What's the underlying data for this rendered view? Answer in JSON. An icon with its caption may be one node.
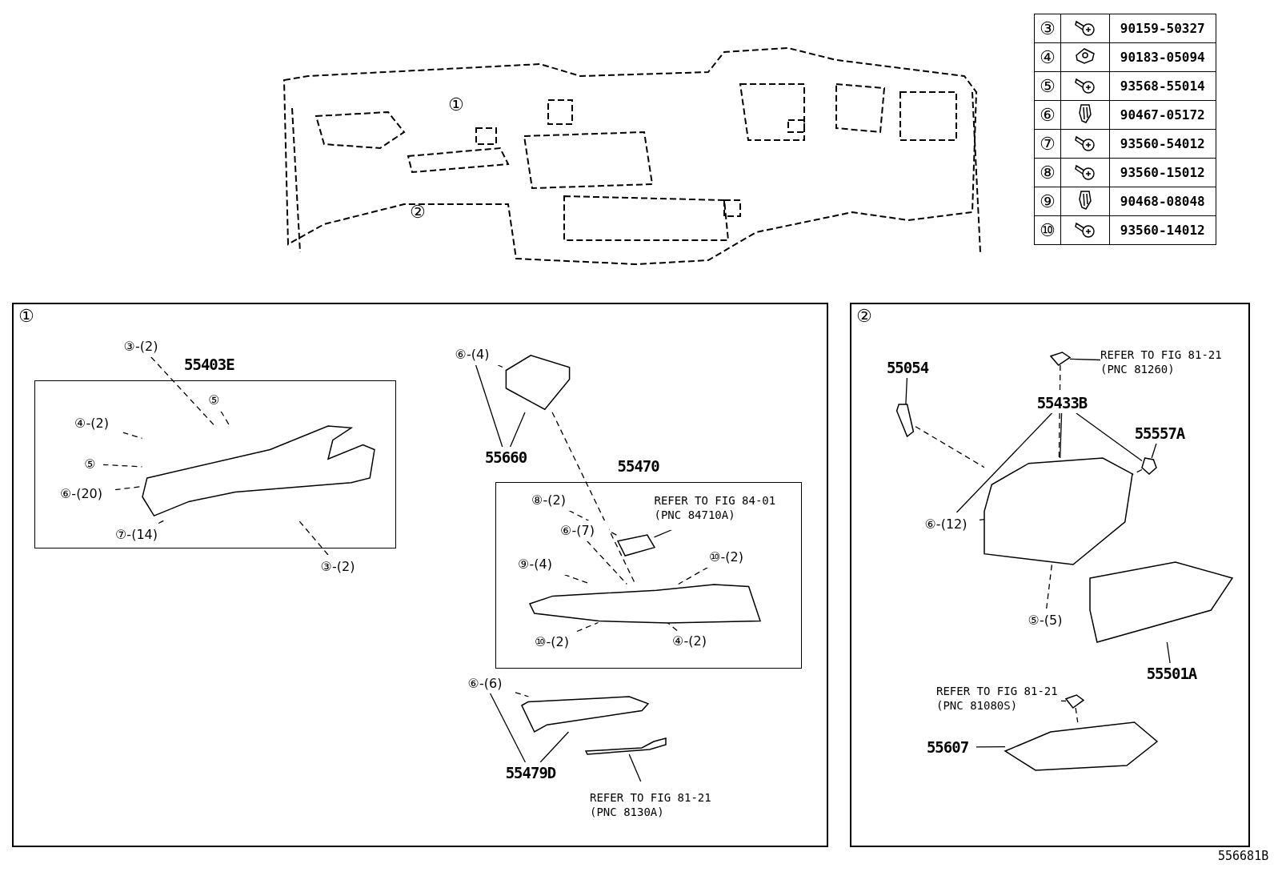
{
  "diagram": {
    "nodes": [
      {
        "text": [
          "①"
        ]
      },
      {
        "text": [
          "②"
        ]
      },
      {
        "text": [],
        "shape": "picture"
      },
      {
        "text": [
          "55403E"
        ],
        "in": 0
      },
      {
        "text": [],
        "shape": "picture",
        "in": 3
      },
      {
        "text": [
          "③-(2)"
        ],
        "in": 0
      },
      {
        "text": [
          "④-(2)"
        ],
        "in": 3
      },
      {
        "text": [
          "⑤"
        ],
        "in": 3
      },
      {
        "text": [
          "⑤"
        ],
        "in": 3
      },
      {
        "text": [
          "⑥-(20)"
        ],
        "in": 3
      },
      {
        "text": [
          "⑦-(14)"
        ],
        "in": 3
      },
      {
        "text": [
          "③-(2)"
        ],
        "in": 0
      },
      {
        "text": [
          "⑥-(4)"
        ],
        "in": 0
      },
      {
        "text": [],
        "shape": "picture",
        "in": 0
      },
      {
        "text": [
          "55660"
        ],
        "in": 0
      },
      {
        "text": [
          "55470"
        ],
        "in": 0
      },
      {
        "text": [
          "⑧-(2)"
        ],
        "in": 15
      },
      {
        "text": [
          "REFER TO FIG 84-01 (PNC 84710A)"
        ],
        "in": 15
      },
      {
        "text": [],
        "shape": "picture",
        "in": 15
      },
      {
        "text": [
          "⑥-(7)"
        ],
        "in": 15
      },
      {
        "text": [
          "⑨-(4)"
        ],
        "in": 15
      },
      {
        "text": [
          "⑩-(2)"
        ],
        "in": 15
      },
      {
        "text": [],
        "shape": "picture",
        "in": 15
      },
      {
        "text": [
          "⑩-(2)"
        ],
        "in": 15
      },
      {
        "text": [
          "④-(2)"
        ],
        "in": 15
      },
      {
        "text": [
          "⑥-(6)"
        ],
        "in": 0
      },
      {
        "text": [],
        "shape": "picture",
        "in": 0
      },
      {
        "text": [
          "55479D"
        ],
        "in": 0
      },
      {
        "text": [],
        "shape": "picture",
        "in": 0
      },
      {
        "text": [
          "REFER TO FIG 81-21 (PNC 8130A)"
        ],
        "in": 0
      },
      {
        "text": [
          "55054"
        ],
        "in": 1
      },
      {
        "text": [],
        "shape": "picture",
        "in": 1
      },
      {
        "text": [
          "REFER TO FIG 81-21 (PNC 81260)"
        ],
        "in": 1
      },
      {
        "text": [],
        "shape": "picture",
        "in": 1
      },
      {
        "text": [
          "55433B"
        ],
        "in": 1
      },
      {
        "text": [],
        "shape": "picture",
        "in": 1
      },
      {
        "text": [
          "55557A"
        ],
        "in": 1
      },
      {
        "text": [],
        "shape": "picture",
        "in": 1
      },
      {
        "text": [
          "⑥-(12)"
        ],
        "in": 1
      },
      {
        "text": [
          "⑤-(5)"
        ],
        "in": 1
      },
      {
        "text": [],
        "shape": "picture",
        "in": 1
      },
      {
        "text": [
          "55501A"
        ],
        "in": 1
      },
      {
        "text": [
          "REFER TO FIG 81-21 (PNC 81080S)"
        ],
        "in": 1
      },
      {
        "text": [],
        "shape": "picture",
        "in": 1
      },
      {
        "text": [
          "55607"
        ],
        "in": 1
      },
      {
        "text": [],
        "shape": "picture",
        "in": 1
      }
    ],
    "edges": [
      {
        "from": 5,
        "to": 4,
        "arrow": "none",
        "style": "dashed"
      },
      {
        "from": 6,
        "to": 4,
        "arrow": "none",
        "style": "dashed"
      },
      {
        "from": 7,
        "to": 4,
        "arrow": "none",
        "style": "dashed"
      },
      {
        "from": 8,
        "to": 4,
        "arrow": "none",
        "style": "dashed"
      },
      {
        "from": 9,
        "to": 4,
        "arrow": "none",
        "style": "dashed"
      },
      {
        "from": 10,
        "to": 4,
        "arrow": "none",
        "style": "dashed"
      },
      {
        "from": 11,
        "to": 4,
        "arrow": "none",
        "style": "dashed"
      },
      {
        "from": 14,
        "to": 12,
        "arrow": "none"
      },
      {
        "from": 14,
        "to": 13,
        "arrow": "none"
      },
      {
        "from": 12,
        "to": 13,
        "arrow": "none",
        "style": "dashed"
      },
      {
        "from": 13,
        "to": 22,
        "arrow": "none",
        "style": "dashed"
      },
      {
        "from": 16,
        "to": 18,
        "arrow": "none",
        "style": "dashed"
      },
      {
        "from": 17,
        "to": 18,
        "arrow": "none"
      },
      {
        "from": 19,
        "to": 22,
        "arrow": "none",
        "style": "dashed"
      },
      {
        "from": 20,
        "to": 22,
        "arrow": "none",
        "style": "dashed"
      },
      {
        "from": 21,
        "to": 22,
        "arrow": "none",
        "style": "dashed"
      },
      {
        "from": 23,
        "to": 22,
        "arrow": "none",
        "style": "dashed"
      },
      {
        "from": 24,
        "to": 22,
        "arrow": "none",
        "style": "dashed"
      },
      {
        "from": 27,
        "to": 25,
        "arrow": "none"
      },
      {
        "from": 27,
        "to": 26,
        "arrow": "none"
      },
      {
        "from": 25,
        "to": 26,
        "arrow": "none",
        "style": "dashed"
      },
      {
        "from": 29,
        "to": 28,
        "arrow": "none"
      },
      {
        "from": 30,
        "to": 31,
        "arrow": "none"
      },
      {
        "from": 31,
        "to": 35,
        "arrow": "none",
        "style": "dashed"
      },
      {
        "from": 32,
        "to": 33,
        "arrow": "none"
      },
      {
        "from": 33,
        "to": 35,
        "arrow": "none",
        "style": "dashed"
      },
      {
        "from": 34,
        "to": 38,
        "arrow": "none"
      },
      {
        "from": 34,
        "to": 35,
        "arrow": "none"
      },
      {
        "from": 34,
        "to": 37,
        "arrow": "none"
      },
      {
        "from": 36,
        "to": 37,
        "arrow": "none"
      },
      {
        "from": 37,
        "to": 35,
        "arrow": "none",
        "style": "dashed"
      },
      {
        "from": 38,
        "to": 35,
        "arrow": "none",
        "style": "dashed"
      },
      {
        "from": 39,
        "to": 35,
        "arrow": "none",
        "style": "dashed"
      },
      {
        "from": 41,
        "to": 40,
        "arrow": "none"
      },
      {
        "from": 42,
        "to": 43,
        "arrow": "none"
      },
      {
        "from": 43,
        "to": 45,
        "arrow": "none",
        "style": "dashed"
      },
      {
        "from": 44,
        "to": 45,
        "arrow": "none"
      }
    ],
    "labels": [
      "①",
      "②",
      "③",
      "90159-50327",
      "④",
      "90183-05094",
      "⑤",
      "93568-55014",
      "⑥",
      "90467-05172",
      "⑦",
      "93560-54012",
      "⑧",
      "93560-15012",
      "⑨",
      "90468-08048",
      "⑩",
      "93560-14012",
      "556681B"
    ]
  }
}
